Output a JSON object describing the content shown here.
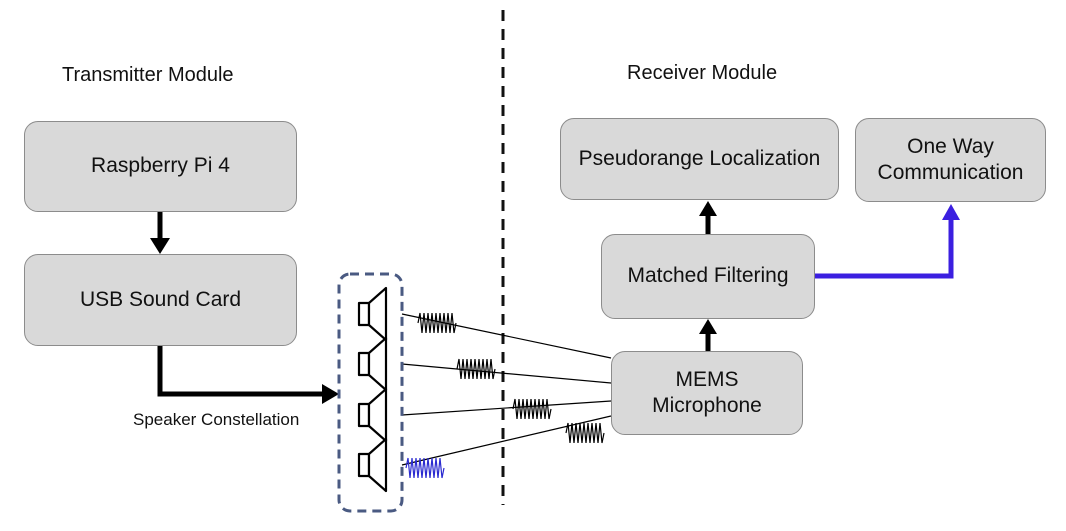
{
  "headings": {
    "transmitter": "Transmitter Module",
    "receiver": "Receiver Module"
  },
  "boxes": {
    "raspberry_pi": "Raspberry Pi 4",
    "usb_sound_card": "USB Sound Card",
    "pseudorange_localization": "Pseudorange Localization",
    "one_way_communication": "One Way\nCommunication",
    "matched_filtering": "Matched Filtering",
    "mems_microphone": "MEMS\nMicrophone"
  },
  "labels": {
    "speaker_constellation": "Speaker Constellation"
  },
  "colors": {
    "box_fill": "#d9d9d9",
    "box_border": "#8c8c8c",
    "arrow_black": "#000000",
    "arrow_blue": "#3b1fe0",
    "constellation_border": "#4a5a82",
    "blue_signal": "#2a2ad0"
  },
  "icons": {
    "speakers": [
      "speaker-icon",
      "speaker-icon",
      "speaker-icon",
      "speaker-icon"
    ],
    "waves": [
      "waveform-icon",
      "waveform-icon",
      "waveform-icon",
      "waveform-icon"
    ]
  }
}
